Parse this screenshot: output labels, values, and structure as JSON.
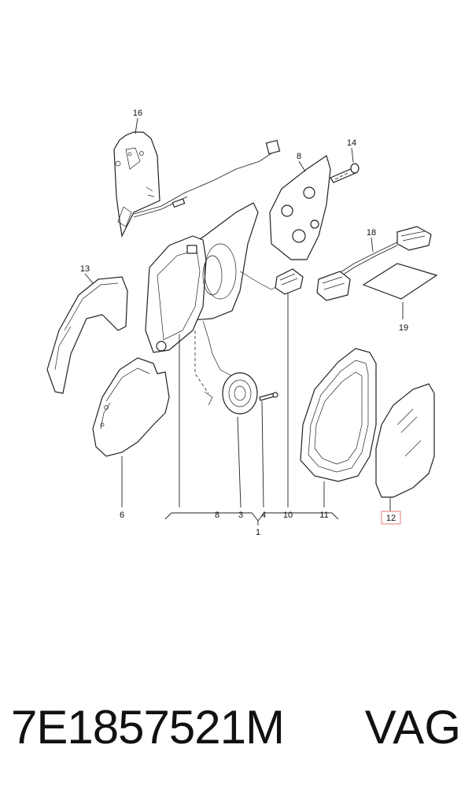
{
  "callouts": {
    "c1": "1",
    "c3": "3",
    "c4": "4",
    "c6": "6",
    "c8a": "8",
    "c8b": "8",
    "c10": "10",
    "c11": "11",
    "c12": "12",
    "c13": "13",
    "c14": "14",
    "c16": "16",
    "c18": "18",
    "c19": "19"
  },
  "highlight_color": "#e07a7a",
  "footer": {
    "part_number": "7E1857521M",
    "brand": "VAG"
  }
}
